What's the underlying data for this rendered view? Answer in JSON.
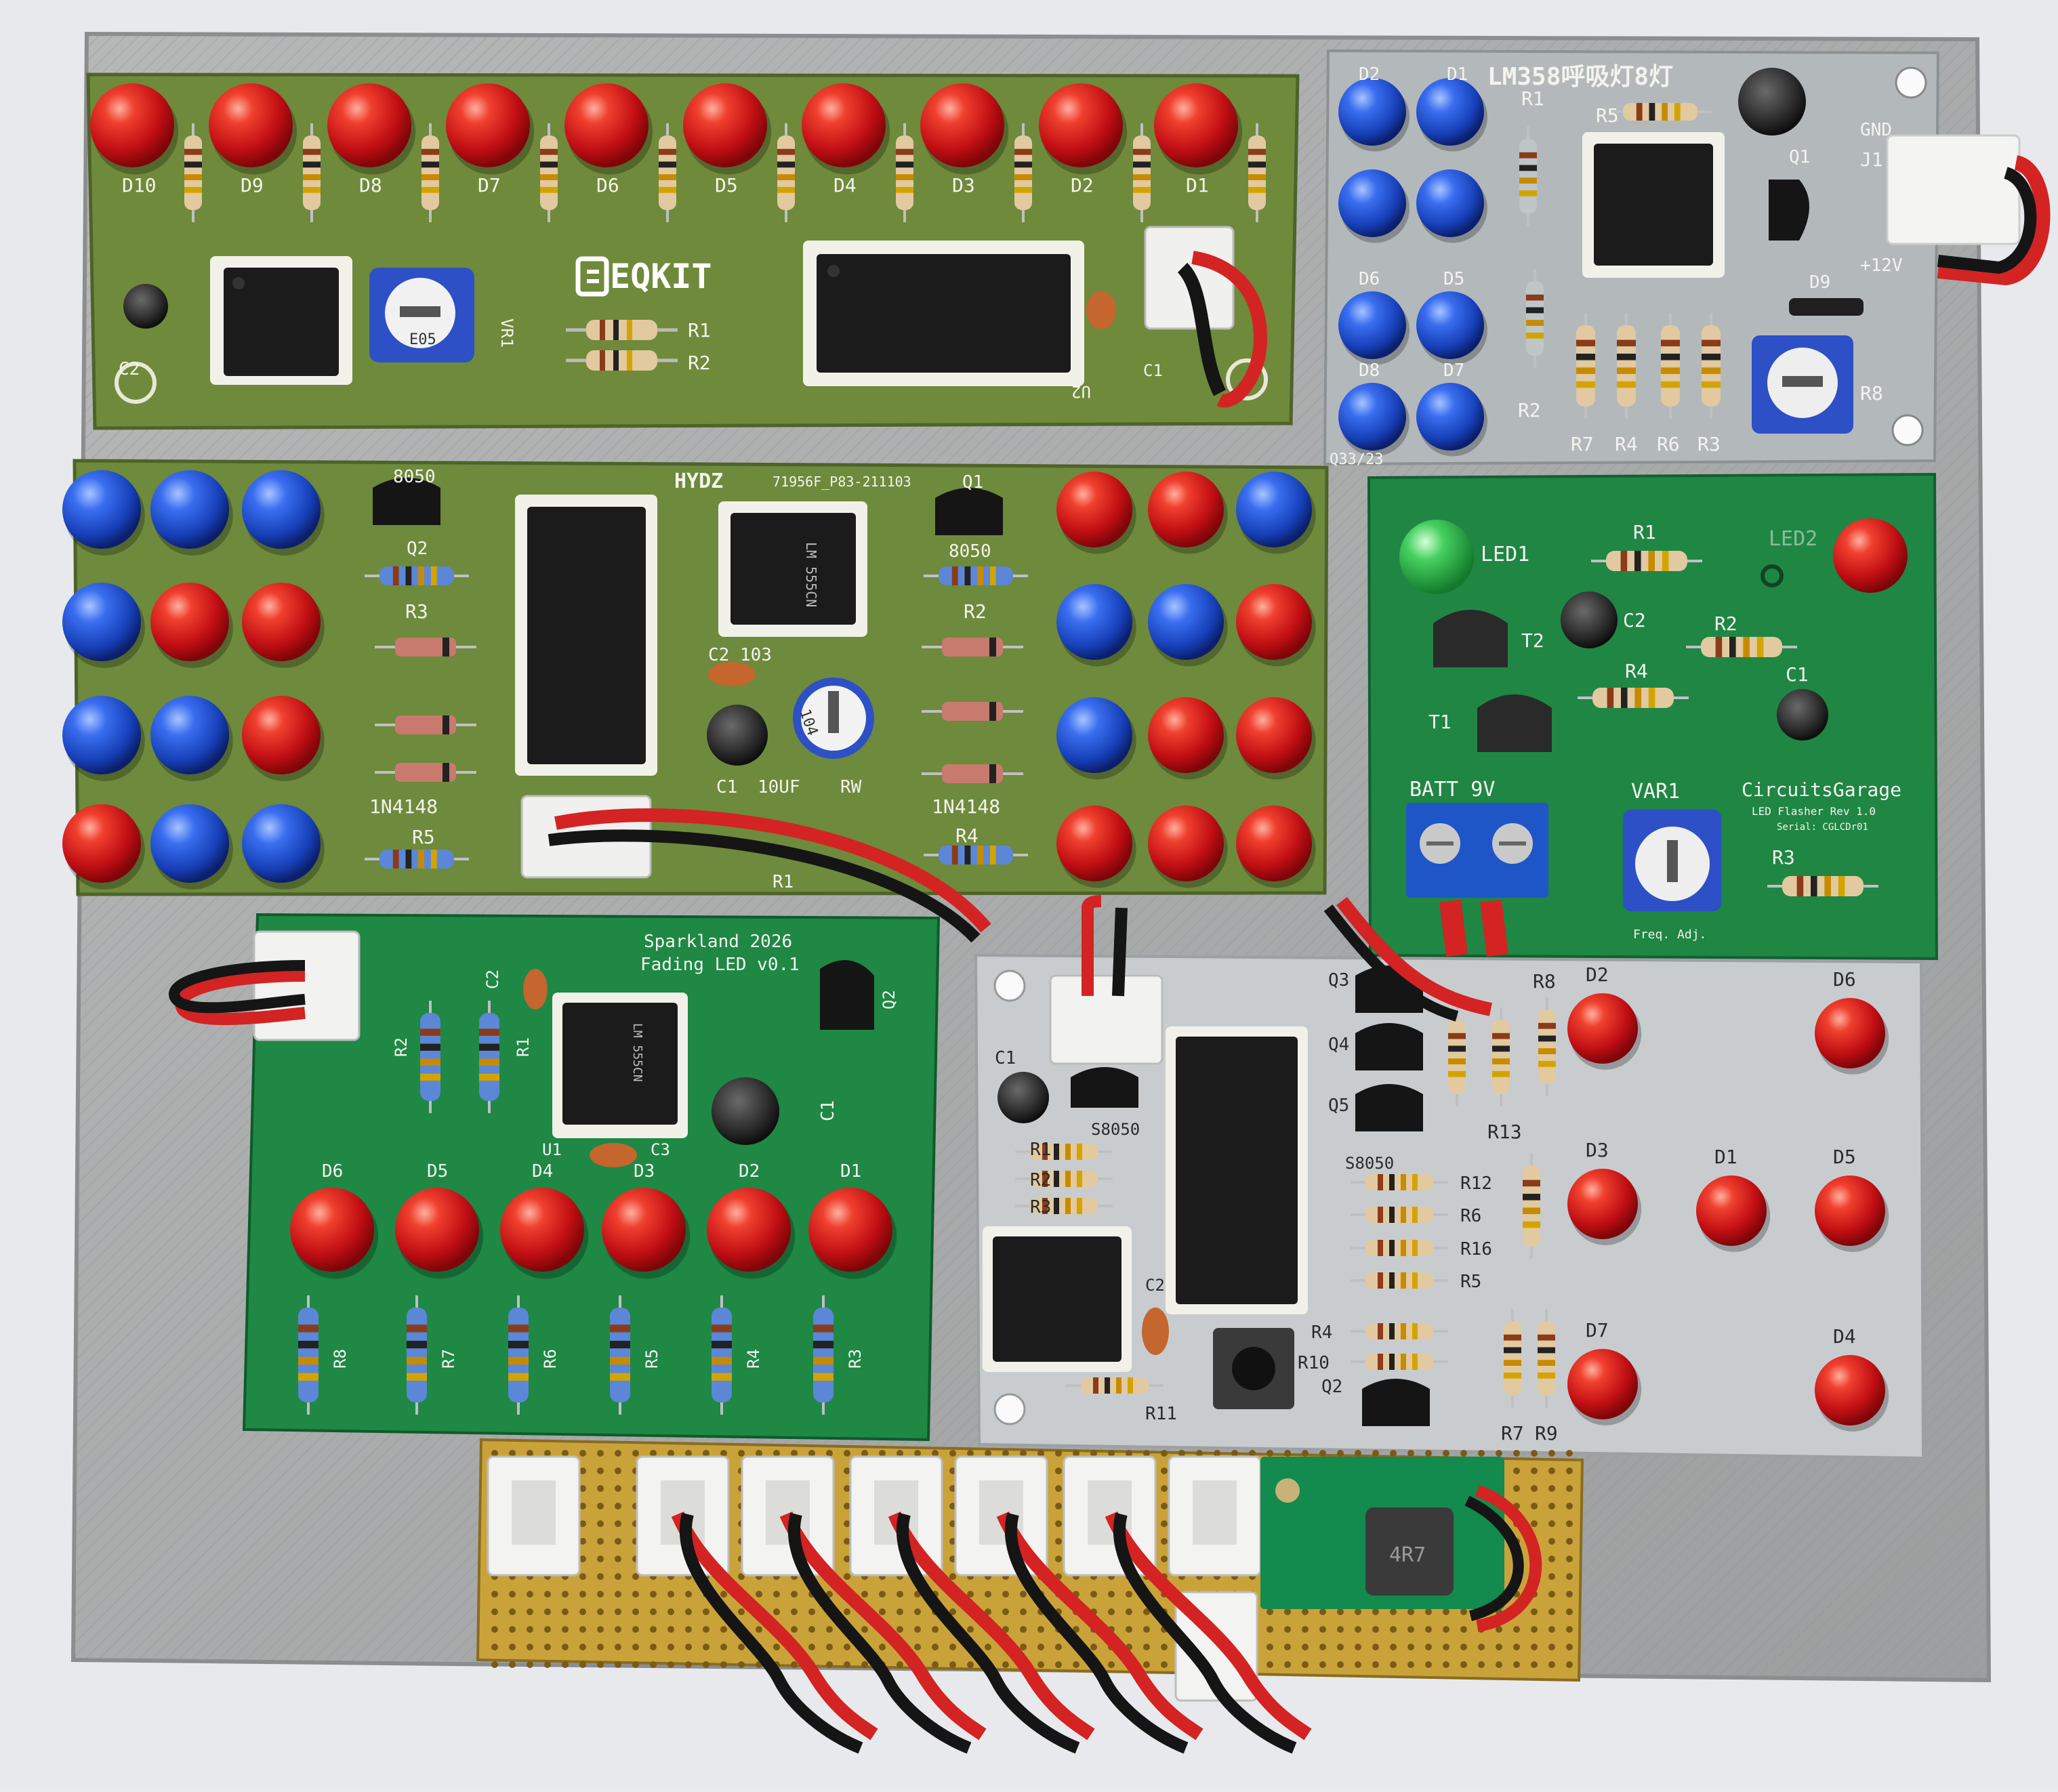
{
  "colors": {
    "background": "#e9ebee",
    "tray": "#a9abab",
    "pcb_olive": "#6f8f3e",
    "pcb_green": "#1f8a45",
    "pcb_grey": "#b8bdbf",
    "led_red": "#d8141b",
    "led_blue": "#1b4fd6",
    "led_green": "#27c24a"
  },
  "boards": {
    "eqkit": {
      "brand": "EQKIT",
      "led_labels": [
        "D10",
        "D9",
        "D8",
        "D7",
        "D6",
        "D5",
        "D4",
        "D3",
        "D2",
        "D1"
      ],
      "labels": {
        "c2": "C2",
        "vr1": "VR1",
        "r1": "R1",
        "r2": "R2",
        "u2": "U2",
        "c1": "C1",
        "trimmer": "E05"
      }
    },
    "lm358": {
      "title": "LM358呼吸灯8灯",
      "led_labels": [
        "D2",
        "D1",
        "D6",
        "D5",
        "D8",
        "D7"
      ],
      "labels": {
        "r1": "R1",
        "r5": "R5",
        "q1": "Q1",
        "j1": "J1",
        "gnd": "GND",
        "v12": "+12V",
        "d9": "D9",
        "r2": "R2",
        "r8": "R8",
        "r7": "R7",
        "r4": "R4",
        "r6": "R6",
        "r3": "R3",
        "code": "Q33/23"
      }
    },
    "hydz": {
      "title": "HYDZ",
      "code": "71956F_P83-211103",
      "labels": {
        "q8050": "8050",
        "q2": "Q2",
        "r3": "R3",
        "r5": "R5",
        "d1n1": "1N4148",
        "q1": "Q1",
        "q1_8050": "8050",
        "r2": "R2",
        "c2": "C2 103",
        "c1": "C1",
        "c1val": "10UF",
        "rw": "RW",
        "d1n2": "1N4148",
        "r4": "R4",
        "r1": "R1",
        "ic": "LM 555CN",
        "trimmer": "104"
      }
    },
    "circuitsgarage": {
      "brand": "CircuitsGarage",
      "subtitle": "LED Flasher Rev 1.0",
      "serial": "Serial: CGLCDr01",
      "labels": {
        "led1": "LED1",
        "led2": "LED2",
        "r1": "R1",
        "c2": "C2",
        "t2": "T2",
        "r2": "R2",
        "r4": "R4",
        "c1": "C1",
        "t1": "T1",
        "batt": "BATT 9V",
        "var1": "VAR1",
        "r3": "R3",
        "freq": "Freq. Adj."
      }
    },
    "sparkland": {
      "title": "Sparkland 2026",
      "subtitle": "Fading LED v0.1",
      "led_labels": [
        "D6",
        "D5",
        "D4",
        "D3",
        "D2",
        "D1"
      ],
      "res_labels": [
        "R8",
        "R7",
        "R6",
        "R5",
        "R4",
        "R3"
      ],
      "labels": {
        "c2": "C2",
        "r2": "R2",
        "r1": "R1",
        "q2": "Q2",
        "u1": "U1",
        "c3": "C3",
        "c1": "C1",
        "ic": "LM 555CN"
      }
    },
    "grey": {
      "led_labels": [
        "D2",
        "D6",
        "D3",
        "D1",
        "D5",
        "D7",
        "D4"
      ],
      "labels": {
        "q3": "Q3",
        "q4": "Q4",
        "q5": "Q5",
        "r8": "R8",
        "r13": "R13",
        "c1": "C1",
        "r1": "R1",
        "r2": "R2",
        "r3": "R3",
        "r12": "R12",
        "r6": "R6",
        "r16": "R16",
        "r5": "R5",
        "r4": "R4",
        "r10": "R10",
        "q2": "Q2",
        "r7": "R7",
        "r9": "R9",
        "r11": "R11",
        "c2": "C2",
        "s8050": "S8050",
        "sr050": "S8050"
      }
    },
    "power": {
      "module": "4R7"
    }
  }
}
